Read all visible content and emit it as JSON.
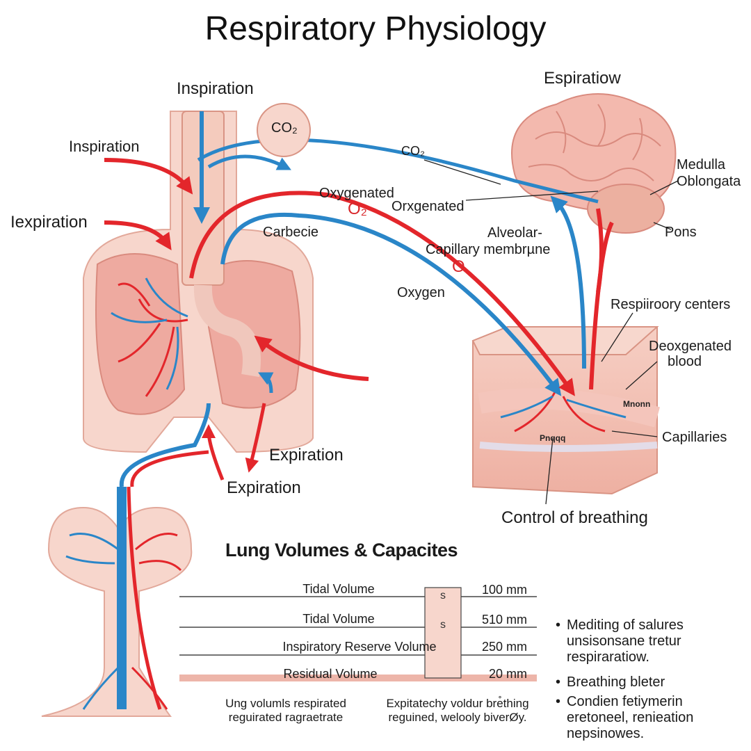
{
  "title": "Respiratory Physiology",
  "labels": {
    "inspiration_top": "Inspiration",
    "inspiration_left": "Inspiration",
    "iexpiration_left": "Iexpiration",
    "co2_circle": "CO₂",
    "co2_line": "CO₂",
    "oxygenated": "Oxygenated",
    "o2_red": "O₂",
    "orxgenated": "Orxgenated",
    "carbecie": "Carbecie",
    "alveolar": "Alveolar-",
    "capillary_membrane": "Capillary membrµne",
    "o_red": "O",
    "oxygen": "Oxygen",
    "espiratiow": "Espiratiow",
    "medulla_1": "Medulla",
    "medulla_2": "Oblongata",
    "pons": "Pons",
    "respiratory_centers": "Respiiroory centers",
    "deoxygenated_1": "Deoxgenated",
    "deoxygenated_2": "blood",
    "capillaries": "Capillaries",
    "mnon": "Mnonn",
    "pnqqq": "Pnqqq",
    "expiration_1": "Expiration",
    "expiration_2": "Expiration",
    "control": "Control of breathing"
  },
  "volumes": {
    "heading": "Lung Volumes & Capacites",
    "rows": [
      {
        "label": "Tidal Volume",
        "value": "100 mm",
        "col": "s"
      },
      {
        "label": "Tidal Volume",
        "value": "510 mm",
        "col": "s"
      },
      {
        "label": "Inspiratory Reserve Volume",
        "value": "250 mm",
        "col": ""
      },
      {
        "label": "Residual Volume",
        "value": "20 mm",
        "col": ""
      }
    ],
    "note_left": [
      "Ung volumls respirated",
      "reguirated ragraetrate"
    ],
    "note_right": [
      "Expitatechy voldur bre̊thing",
      "reguined, welooly biverØy."
    ]
  },
  "bullets": [
    [
      "Mediting of salures",
      "unsisonsane tretur",
      "respiraratiow."
    ],
    [
      "Breathing bleter"
    ],
    [
      "Condien fetiymerin",
      "eretoneel, renieation",
      "nepsinowes."
    ]
  ],
  "colors": {
    "artery": "#e3262b",
    "vein": "#2a86c8",
    "tissue": "#f3c2b5",
    "tissue_dark": "#e8a394"
  }
}
